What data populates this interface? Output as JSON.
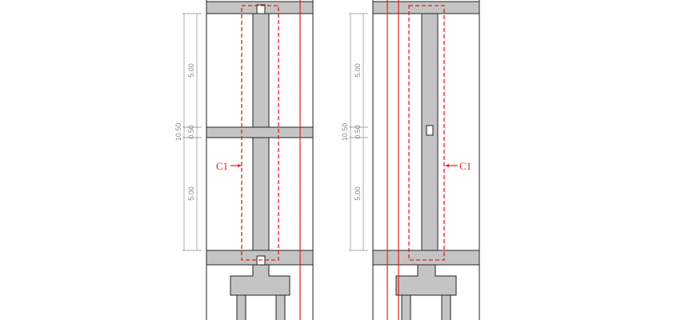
{
  "colors": {
    "concrete": "#c4c4c4",
    "outline": "#222222",
    "section_line": "#e0201c",
    "dimension": "#8a8a8a"
  },
  "left_view": {
    "dimensions": {
      "total": "10.50",
      "upper_span": "5.00",
      "slab": "0.50",
      "lower_span": "5.00"
    },
    "callout": "C1"
  },
  "right_view": {
    "dimensions": {
      "total": "10.50",
      "upper_span": "5.00",
      "slab": "0.50",
      "lower_span": "5.00"
    },
    "callout": "C1"
  }
}
